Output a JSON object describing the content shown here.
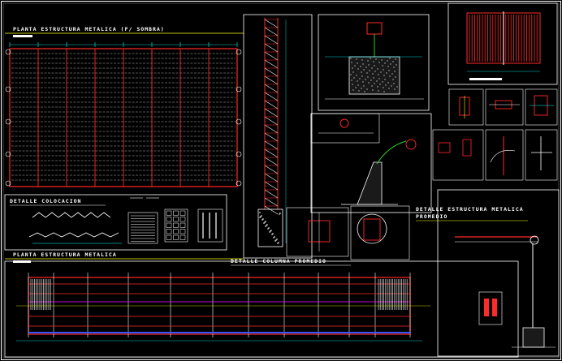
{
  "colors": {
    "background": "#000000",
    "frame": "#ffffff",
    "title_underline": "#ffff00",
    "structure_red": "#ff2a2a",
    "dimension_cyan": "#00ffff",
    "note_yellow": "#ffff00",
    "accent_magenta": "#ff00ff",
    "steel_green": "#2ecc2e",
    "floor_blue": "#3355ff"
  },
  "titles": {
    "plan_roof": "PLANTA ESTRUCTURA METALICA (F/ SOMBRA)",
    "detail_placement": "DETALLE COLOCACION",
    "plan_structure": "PLANTA ESTRUCTURA METALICA",
    "detail_column": "DETALLE COLUMNA PROMEDIO",
    "detail_structure_line1": "DETALLE ESTRUCTURA METALICA",
    "detail_structure_line2": "PROMEDIO"
  }
}
